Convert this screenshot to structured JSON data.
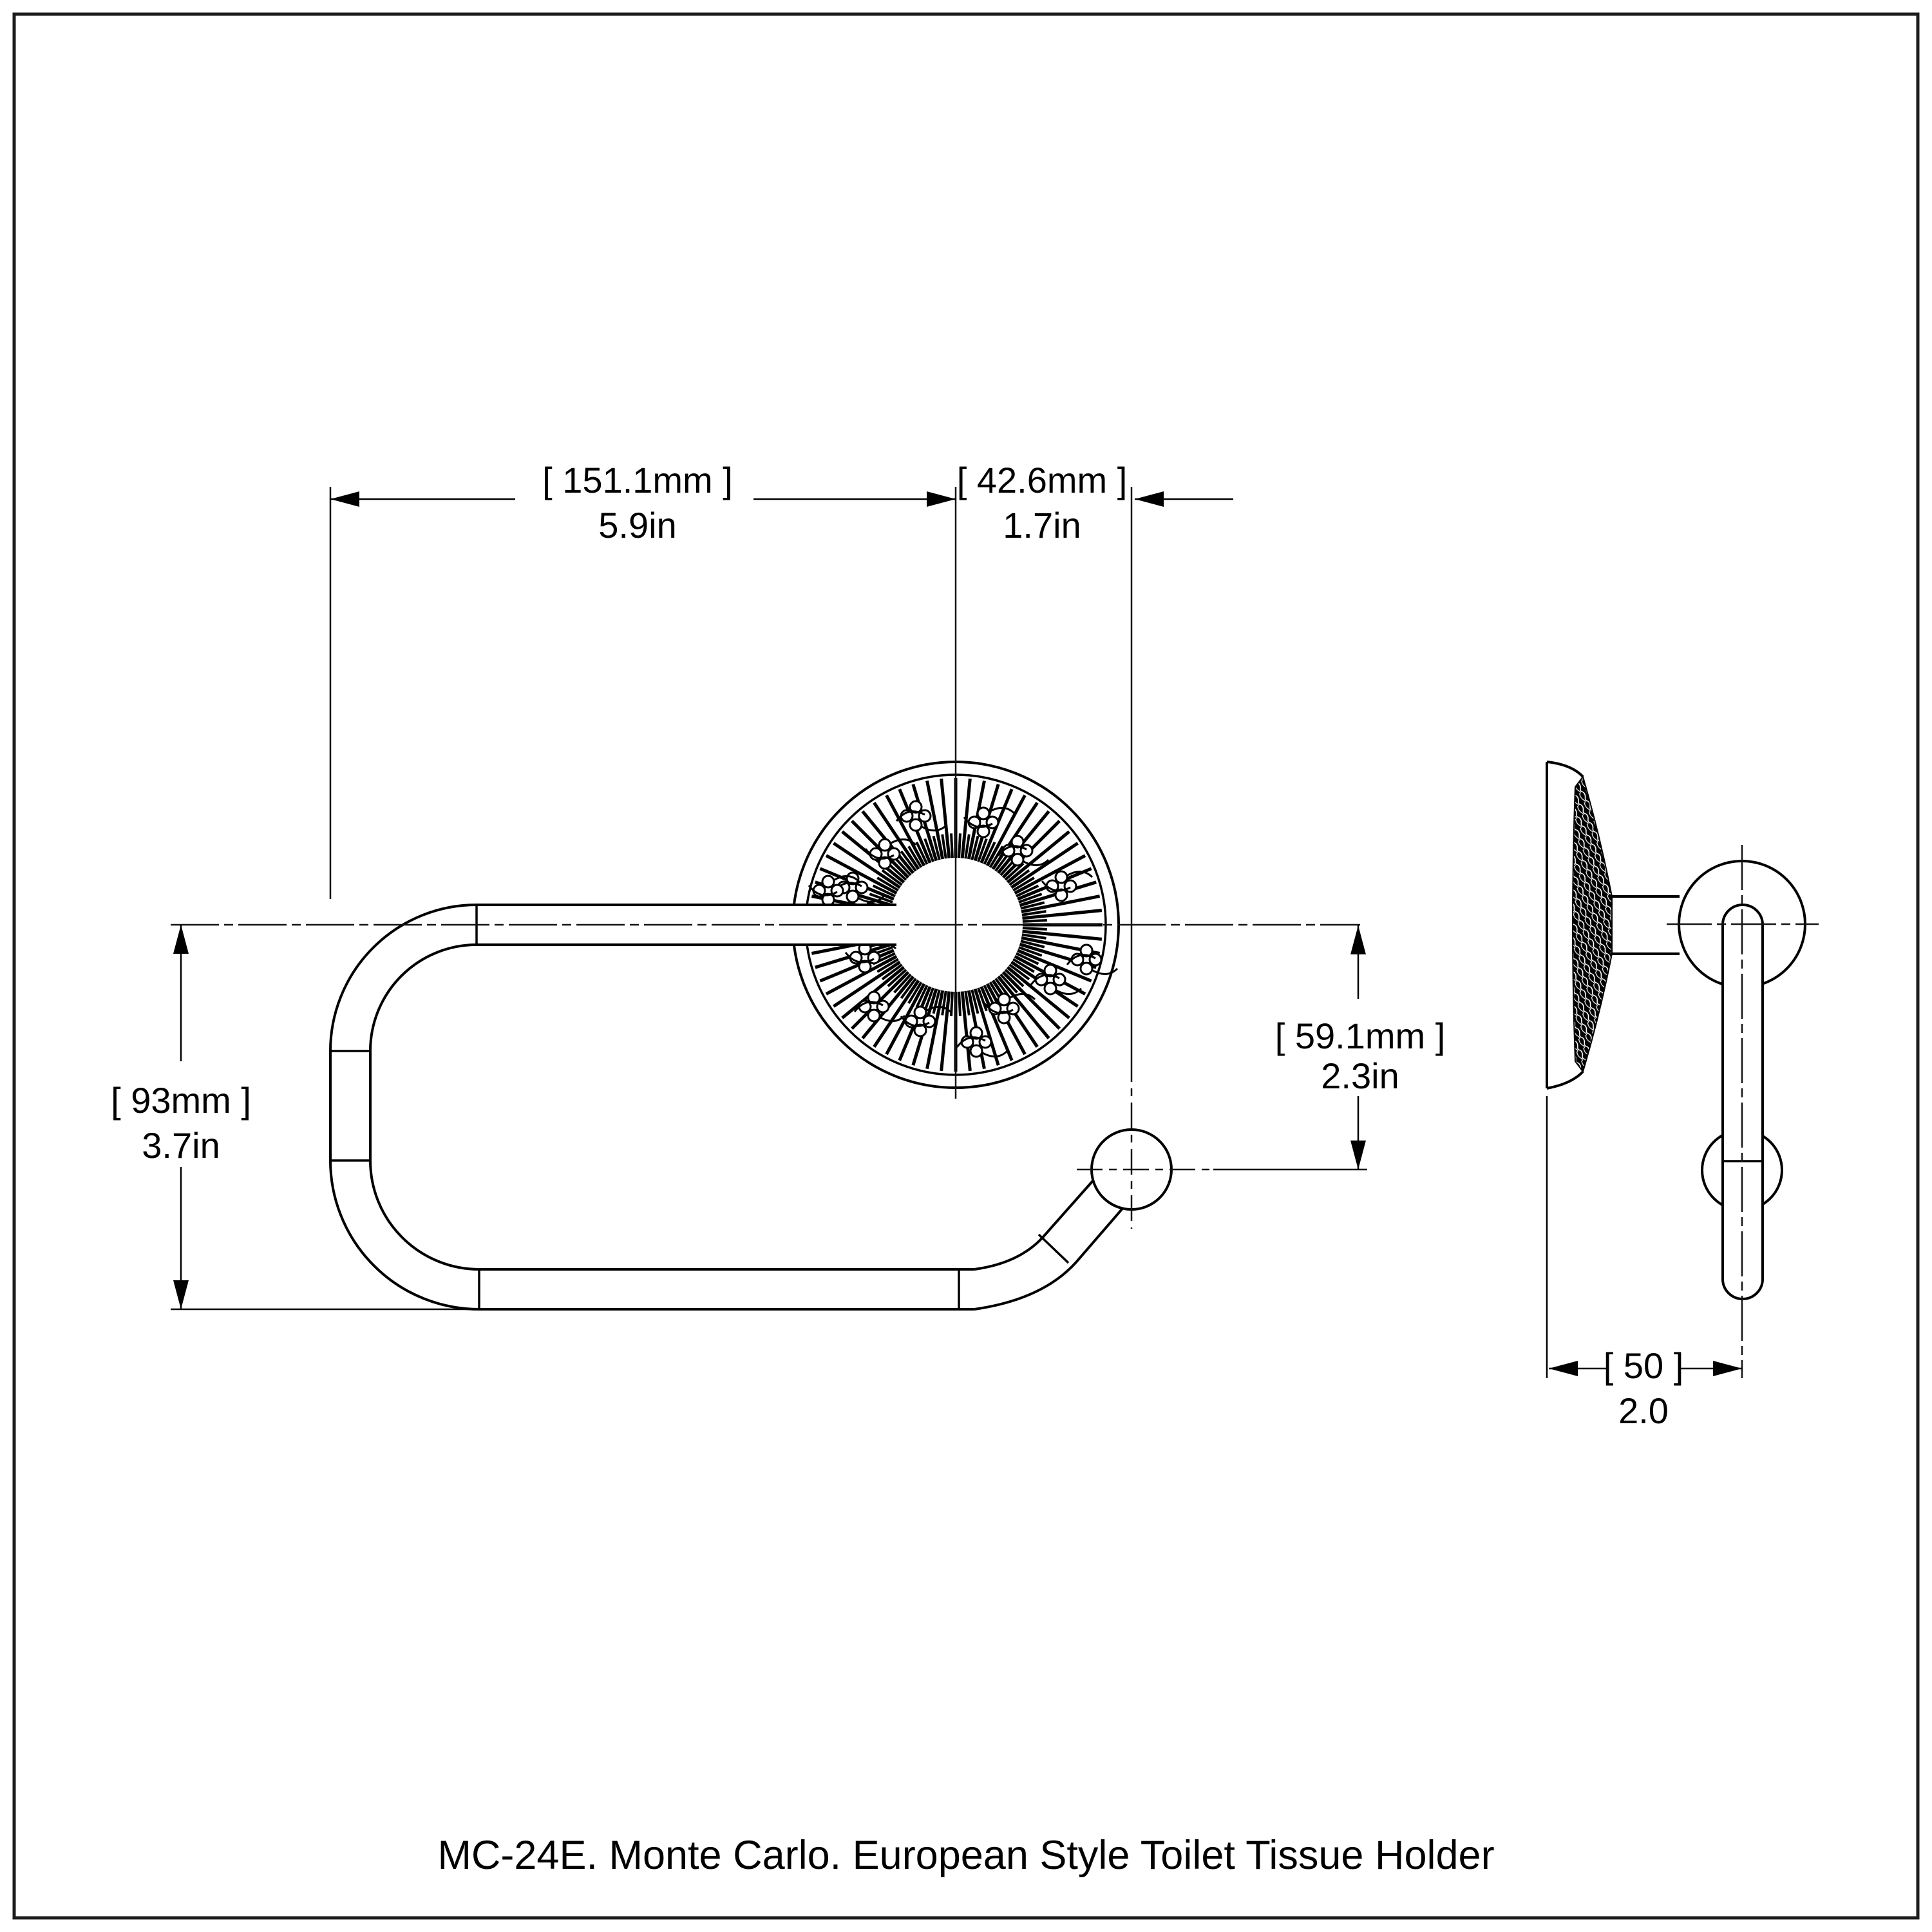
{
  "page": {
    "caption": "MC-24E. Monte Carlo. European Style Toilet Tissue Holder"
  },
  "colors": {
    "ink": "#000000",
    "background": "#ffffff"
  },
  "dimensions": {
    "overall_width": {
      "metric": "[ 151.1mm ]",
      "imperial": "5.9in"
    },
    "roller_offset": {
      "metric": "[ 42.6mm ]",
      "imperial": "1.7in"
    },
    "overall_height": {
      "metric": "[ 93mm ]",
      "imperial": "3.7in"
    },
    "hook_drop": {
      "metric": "[ 59.1mm ]",
      "imperial": "2.3in"
    },
    "wall_depth": {
      "metric": "[ 50 ]",
      "imperial": "2.0"
    }
  }
}
